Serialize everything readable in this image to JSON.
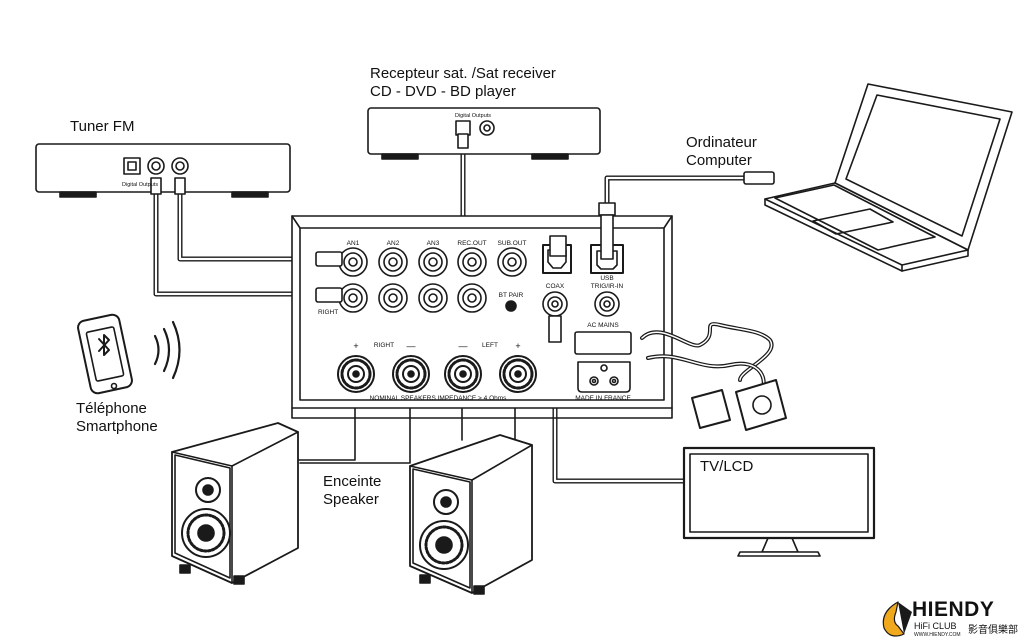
{
  "labels": {
    "tuner": "Tuner FM",
    "receiver_line1": "Recepteur sat. /Sat receiver",
    "receiver_line2": "CD - DVD - BD player",
    "computer_line1": "Ordinateur",
    "computer_line2": "Computer",
    "phone_line1": "Téléphone",
    "phone_line2": "Smartphone",
    "speaker_line1": "Enceinte",
    "speaker_line2": "Speaker",
    "tv": "TV/LCD"
  },
  "device_texts": {
    "tuner_digital_out": "Digital Outputs",
    "receiver_digital_out": "Digital Outputs"
  },
  "amp_panel": {
    "inputs": [
      "AN1",
      "AN2",
      "AN3",
      "REC.OUT",
      "SUB.OUT"
    ],
    "right": "RIGHT",
    "bt_pair": "BT PAIR",
    "coax": "COAX",
    "trig": "TRIG/IR-IN",
    "usb": "USB",
    "ac_mains": "AC MAINS",
    "speaker_right": "RIGHT",
    "speaker_left": "LEFT",
    "plus": "+",
    "minus": "—",
    "impedance": "NOMINAL SPEAKERS IMPEDANCE > 4 Ohms",
    "made_in": "MADE IN FRANCE"
  },
  "logo": {
    "brand": "HIENDY",
    "sub": "HiFi CLUB",
    "url": "WWW.HIENDY.COM",
    "cn": "影音俱樂部"
  },
  "colors": {
    "line": "#1a1a1a",
    "cable_fill": "#ffffff",
    "logo_accent": "#f0a81c"
  }
}
